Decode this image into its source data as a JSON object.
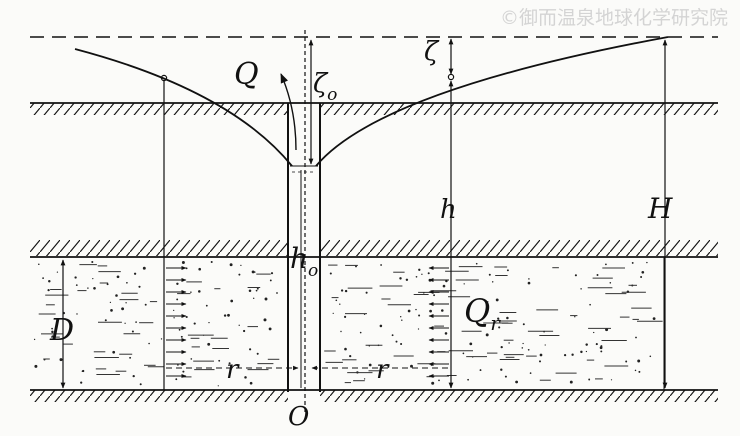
{
  "watermark": "©御而温泉地球化学研究院",
  "labels": {
    "Q": "Q",
    "zeta0": "ζ",
    "zeta0_sub": "o",
    "zeta": "ζ",
    "h": "h",
    "h0": "h",
    "h0_sub": "o",
    "H": "H",
    "D": "D",
    "Qr": "Q",
    "Qr_sub": "r",
    "r_left": "r",
    "r_right": "r",
    "origin": "O"
  },
  "colors": {
    "ink": "#111111",
    "paper": "#fbfbf9",
    "watermark": "#d4d4d4"
  }
}
